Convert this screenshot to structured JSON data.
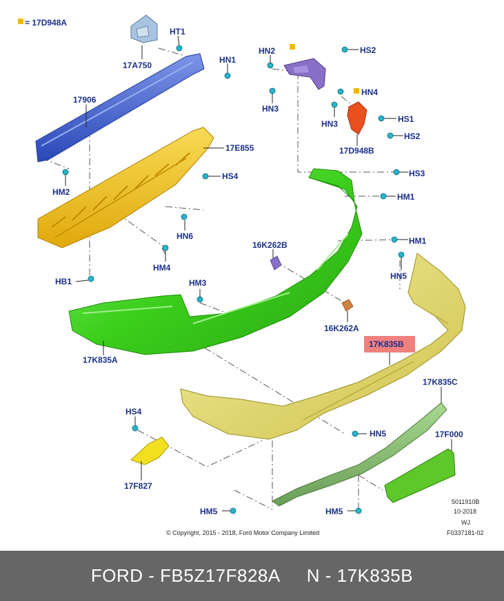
{
  "legend": {
    "marker_color": "#f5b800",
    "text": "= 17D948A"
  },
  "labels": {
    "ht1": "HT1",
    "p17a750": "17A750",
    "hn1_top": "HN1",
    "p17906": "17906",
    "hm2": "HM2",
    "p17e855": "17E855",
    "hs4_top": "HS4",
    "hn6": "HN6",
    "hm4": "HM4",
    "hb1": "HB1",
    "hn2": "HN2",
    "hs2_top": "HS2",
    "hn3_a": "HN3",
    "hn4": "HN4",
    "hn3_b": "HN3",
    "hs1": "HS1",
    "hs2_b": "HS2",
    "p17d948b": "17D948B",
    "hs3": "HS3",
    "hm1_a": "HM1",
    "hm1_b": "HM1",
    "p16k262b": "16K262B",
    "hn5_top": "HN5",
    "hm3": "HM3",
    "p16k262a": "16K262A",
    "p17k835a": "17K835A",
    "p17k835b": "17K835B",
    "p17k835c": "17K835C",
    "hs4_bot": "HS4",
    "hn5_mid": "HN5",
    "p17f000": "17F000",
    "p17f827": "17F827",
    "hm5_left": "HM5",
    "hm5_right": "HM5"
  },
  "doc_info": {
    "code1": "5011910B",
    "date": "10-2018",
    "initials": "WJ",
    "ref": "F0337181-02"
  },
  "copyright": "© Copyright, 2015 - 2018, Ford Motor Company Limited",
  "footer": {
    "left": "FORD - FB5Z17F828A",
    "right": "N - 17K835B"
  },
  "colors": {
    "highlight": "#f08080",
    "label_text": "#1a2f8a",
    "footer_bg": "#666666",
    "blue_part": "#3f5fcf",
    "orange_part": "#f2c318",
    "green_part": "#4bd62c",
    "yellow_part": "#e6dc70",
    "purple_part": "#8a6fc8",
    "red_part": "#e8501e",
    "fastener": "#28b4c8"
  }
}
